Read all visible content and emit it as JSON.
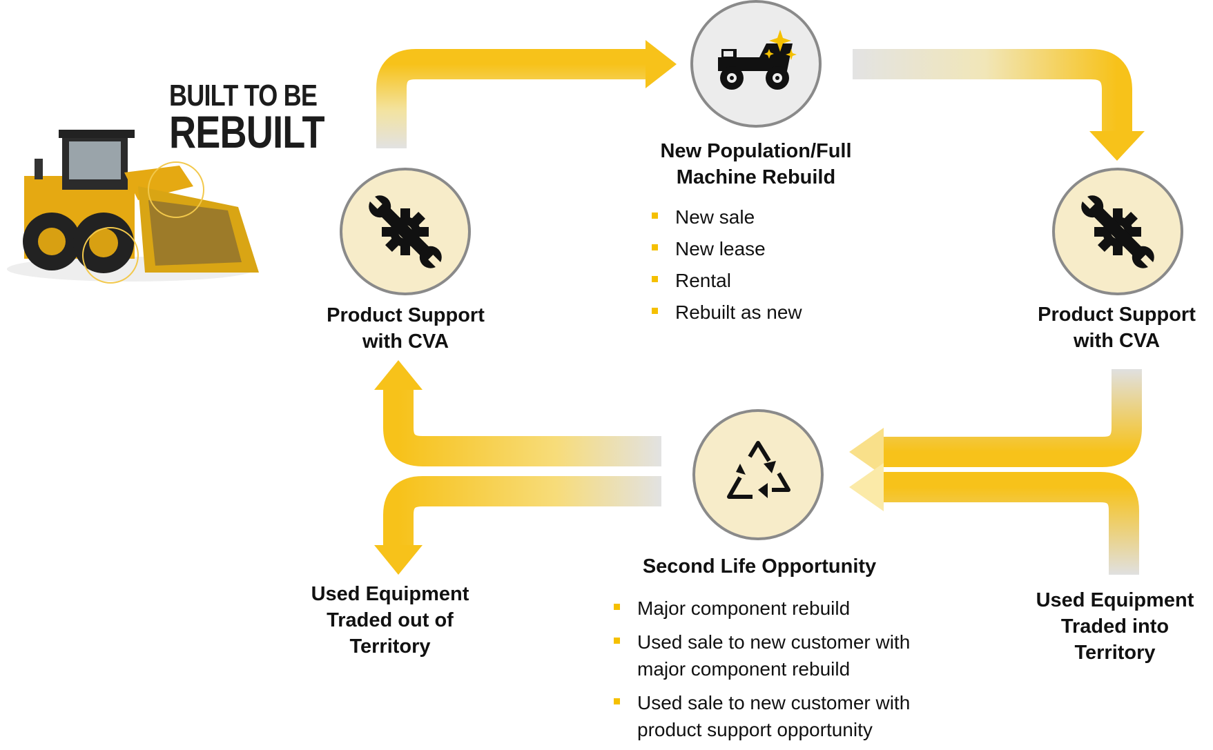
{
  "brand": {
    "line1": "BUILT TO BE",
    "line2": "REBUILT"
  },
  "colors": {
    "accent": "#F5C000",
    "grey": "#D9D9D9",
    "circle_fill": "#F7ECC9",
    "circle_border": "#8A8A8A"
  },
  "nodes": {
    "top": {
      "icon": "rebuilt-haul-truck-icon",
      "title_line1": "New Population/Full",
      "title_line2": "Machine Rebuild",
      "bullets": [
        "New sale",
        "New lease",
        "Rental",
        "Rebuilt as new"
      ]
    },
    "left": {
      "icon": "wrench-gear-icon",
      "title_line1": "Product Support",
      "title_line2": "with CVA"
    },
    "right": {
      "icon": "wrench-gear-icon",
      "title_line1": "Product Support",
      "title_line2": "with CVA"
    },
    "bottom": {
      "icon": "recycle-icon",
      "title": "Second Life Opportunity",
      "bullets": [
        {
          "line1": "Major component rebuild",
          "line2": ""
        },
        {
          "line1": "Used sale to new customer with",
          "line2": "major component rebuild"
        },
        {
          "line1": "Used sale to new customer with",
          "line2": "product support opportunity"
        }
      ]
    },
    "out": {
      "line1": "Used Equipment",
      "line2": "Traded out of",
      "line3": "Territory"
    },
    "in": {
      "line1": "Used Equipment",
      "line2": "Traded into",
      "line3": "Territory"
    }
  },
  "loader_image": "wheel-loader-illustration"
}
